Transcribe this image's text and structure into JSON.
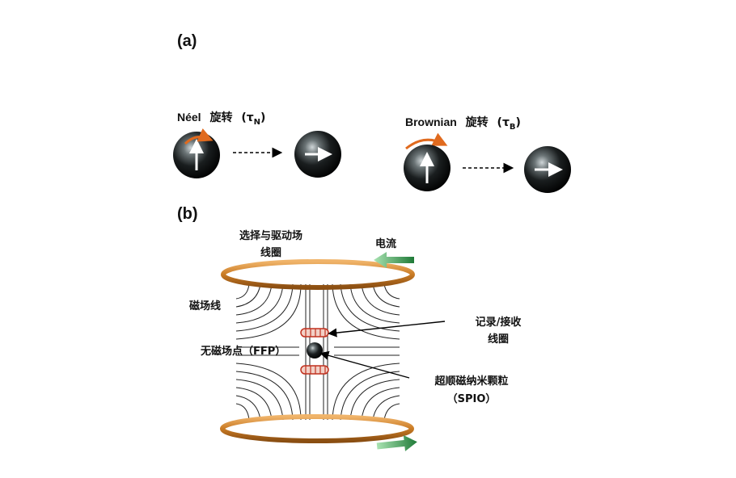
{
  "panel_a": {
    "label": "(a)",
    "neel": {
      "name": "Néel",
      "rotation": "旋转",
      "tau": "τ",
      "sub": "N"
    },
    "brownian": {
      "name": "Brownian",
      "rotation": "旋转",
      "tau": "τ",
      "sub": "B"
    },
    "arrow_color": "#e06a1e"
  },
  "panel_b": {
    "label": "(b)",
    "coil_label_1": "选择与驱动场",
    "coil_label_2": "线圈",
    "current": "电流",
    "field_lines": "磁场线",
    "receive_coil_1": "记录/接收",
    "receive_coil_2": "线圈",
    "ffp": "无磁场点（FFP）",
    "spio_1": "超顺磁纳米颗粒",
    "spio_2": "（SPIO）",
    "coil_color": "#d9892f",
    "current_arrow_color": "#2e9e48",
    "receive_coil_color": "#c0311f"
  }
}
